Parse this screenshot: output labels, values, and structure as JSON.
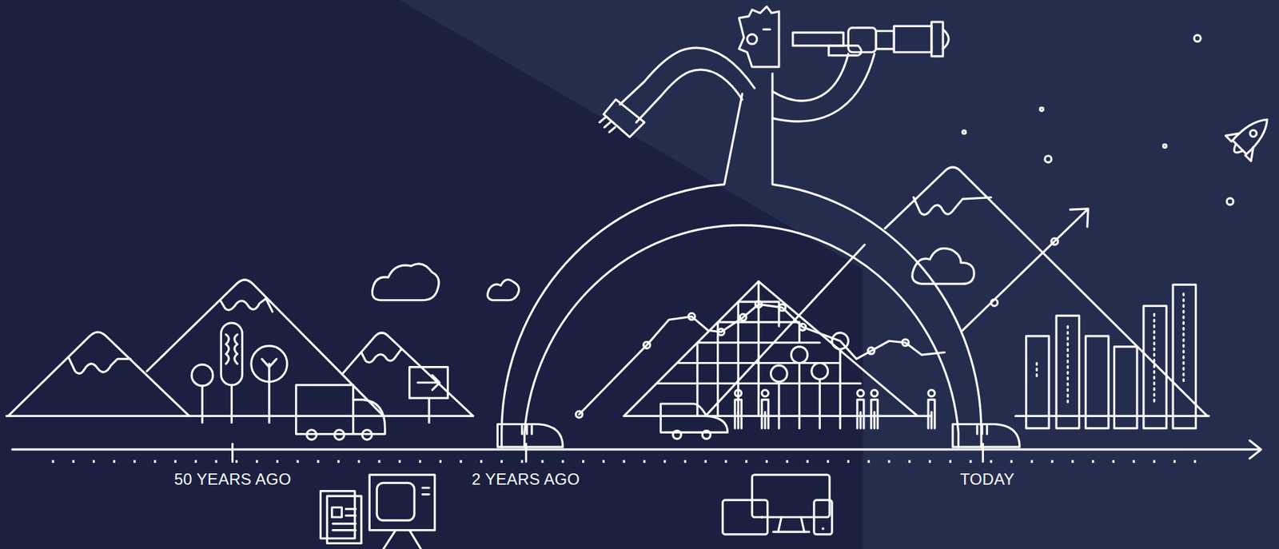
{
  "diagram": {
    "labels": [
      "50 YEARS AGO",
      "2 YEARS AGO",
      "TODAY"
    ]
  }
}
